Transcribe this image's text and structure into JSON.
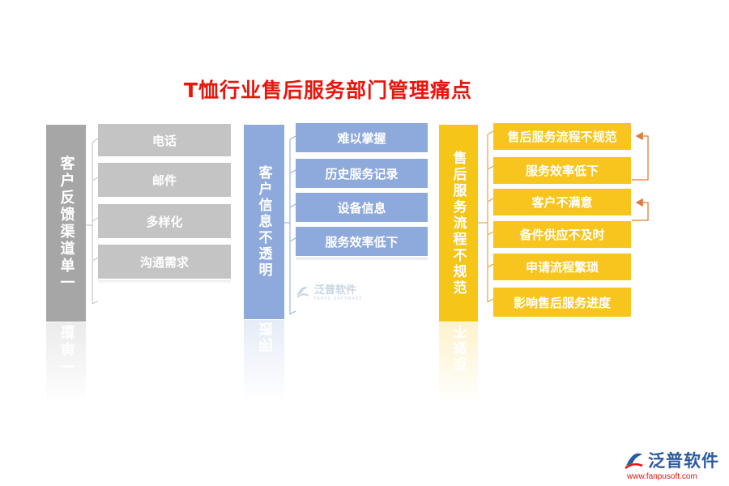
{
  "title": "T恤行业售后服务部门管理痛点",
  "groups": [
    {
      "head": "客户反馈渠道单一",
      "reflection": "一单道",
      "items": [
        "电话",
        "邮件",
        "多样化",
        "沟通需求"
      ]
    },
    {
      "head": "客户信息不透明",
      "reflection": "明透",
      "items": [
        "难以掌握",
        "历史服务记录",
        "设备信息",
        "服务效率低下"
      ]
    },
    {
      "head": "售后服务流程不规范",
      "reflection": "范规不",
      "items": [
        "售后服务流程不规范",
        "服务效率低下",
        "客户不满意",
        "备件供应不及时",
        "申请流程繁琐",
        "影响售后服务进度"
      ]
    }
  ],
  "watermark": {
    "text": "泛普软件",
    "sub": "FANPU SOFTWARE"
  },
  "logo": {
    "text": "泛普软件",
    "url": "www.fanpusoft.com"
  },
  "colors": {
    "title": "#e8150d",
    "gray": "#a6a6a6",
    "blue": "#8ea9db",
    "yellow": "#f5c518",
    "arrow": "#e07b39"
  }
}
